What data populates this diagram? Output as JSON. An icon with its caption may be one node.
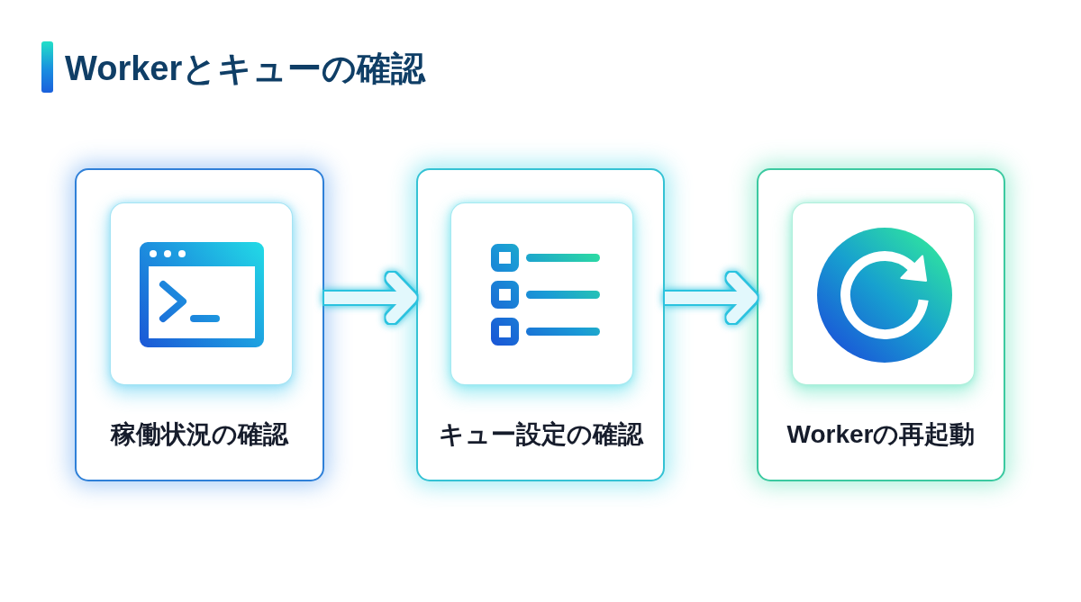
{
  "diagram": {
    "title": "Workerとキューの確認",
    "nodes": [
      {
        "text": [
          "稼働状況の確認"
        ]
      },
      {
        "text": [
          "キュー設定の確認"
        ]
      },
      {
        "text": [
          "Workerの再起動"
        ]
      }
    ],
    "edges": [
      {
        "from": 0,
        "to": 1,
        "arrow": "to"
      },
      {
        "from": 1,
        "to": 2,
        "arrow": "to"
      }
    ]
  }
}
